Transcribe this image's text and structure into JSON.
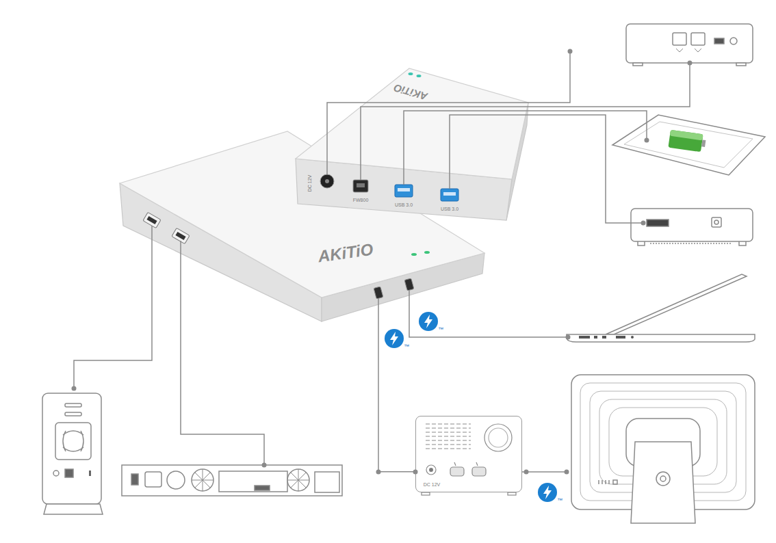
{
  "diagram": {
    "nodes": [
      {
        "text": [
          "AKiTiO"
        ]
      },
      {
        "text": [
          "AKiTiO",
          "DC 12V",
          "FW800",
          "USB 3.0",
          "USB 3.0"
        ]
      },
      {
        "text": [
          "DC 12V"
        ]
      }
    ],
    "edges": [
      {
        "from": 0,
        "to": 2,
        "arrow": "none"
      }
    ],
    "labels": [
      "™",
      "™",
      "™"
    ]
  }
}
